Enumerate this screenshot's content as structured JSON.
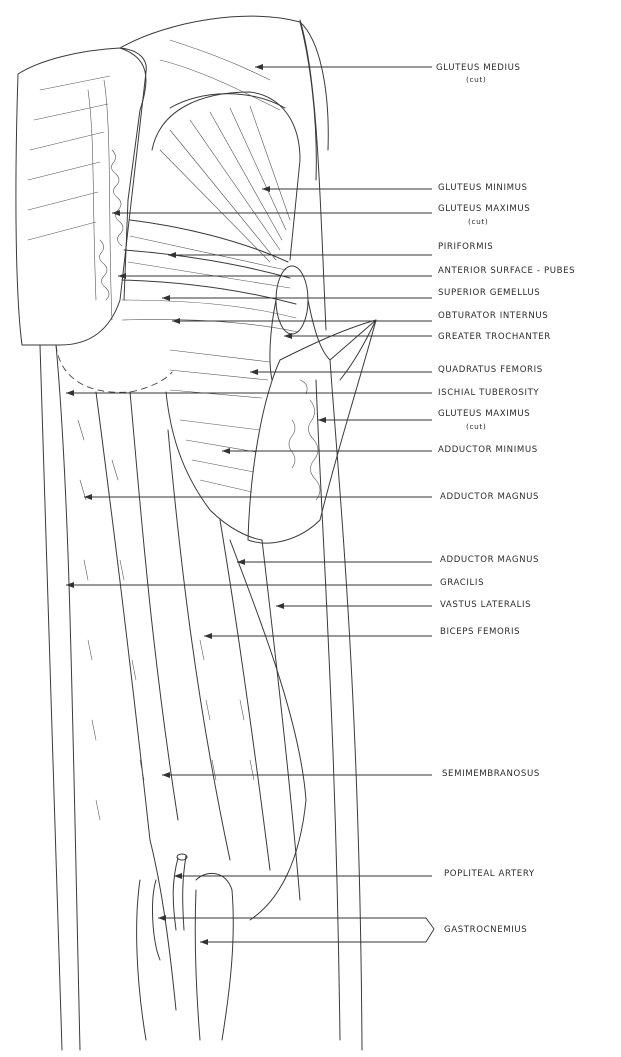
{
  "labels": [
    {
      "id": "gluteus-medius",
      "text": "GLUTEUS MEDIUS",
      "sub": "(cut)"
    },
    {
      "id": "gluteus-minimus",
      "text": "GLUTEUS MINIMUS",
      "sub": ""
    },
    {
      "id": "gluteus-maximus-upper",
      "text": "GLUTEUS MAXIMUS",
      "sub": "(cut)"
    },
    {
      "id": "piriformis",
      "text": "PIRIFORMIS",
      "sub": ""
    },
    {
      "id": "anterior-surface-pubes",
      "text": "ANTERIOR SURFACE - PUBES",
      "sub": ""
    },
    {
      "id": "superior-gemellus",
      "text": "SUPERIOR GEMELLUS",
      "sub": ""
    },
    {
      "id": "obturator-internus",
      "text": "OBTURATOR INTERNUS",
      "sub": ""
    },
    {
      "id": "greater-trochanter",
      "text": "GREATER TROCHANTER",
      "sub": ""
    },
    {
      "id": "quadratus-femoris",
      "text": "QUADRATUS FEMORIS",
      "sub": ""
    },
    {
      "id": "ischial-tuberosity",
      "text": "ISCHIAL TUBEROSITY",
      "sub": ""
    },
    {
      "id": "gluteus-maximus-lower",
      "text": "GLUTEUS MAXIMUS",
      "sub": "(cut)"
    },
    {
      "id": "adductor-minimus",
      "text": "ADDUCTOR MINIMUS",
      "sub": ""
    },
    {
      "id": "adductor-magnus-upper",
      "text": "ADDUCTOR MAGNUS",
      "sub": ""
    },
    {
      "id": "adductor-magnus-lower",
      "text": "ADDUCTOR MAGNUS",
      "sub": ""
    },
    {
      "id": "gracilis",
      "text": "GRACILIS",
      "sub": ""
    },
    {
      "id": "vastus-lateralis",
      "text": "VASTUS LATERALIS",
      "sub": ""
    },
    {
      "id": "biceps-femoris",
      "text": "BICEPS FEMORIS",
      "sub": ""
    },
    {
      "id": "semimembranosus",
      "text": "SEMIMEMBRANOSUS",
      "sub": ""
    },
    {
      "id": "popliteal-artery",
      "text": "POPLITEAL ARTERY",
      "sub": ""
    },
    {
      "id": "gastrocnemius",
      "text": "GASTROCNEMIUS",
      "sub": ""
    }
  ]
}
